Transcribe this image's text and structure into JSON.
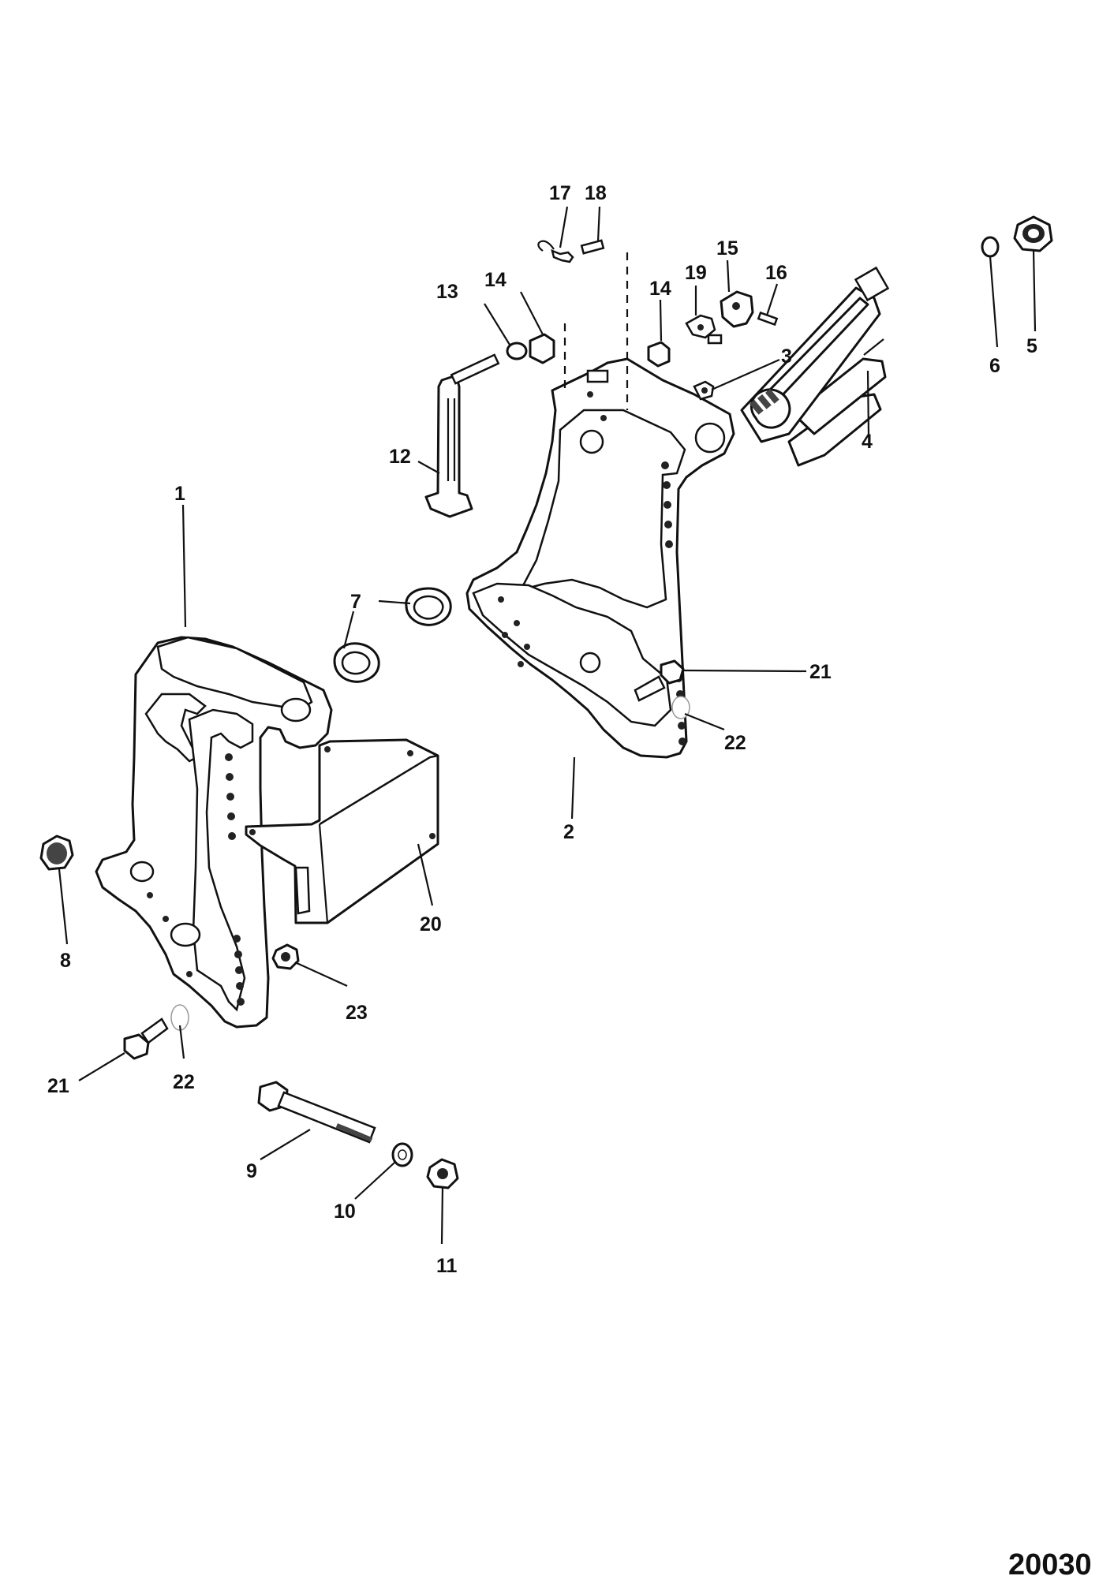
{
  "figure_number": "20030",
  "callouts": [
    {
      "id": "c17",
      "text": "17"
    },
    {
      "id": "c18",
      "text": "18"
    },
    {
      "id": "c13",
      "text": "13"
    },
    {
      "id": "c14a",
      "text": "14"
    },
    {
      "id": "c14b",
      "text": "14"
    },
    {
      "id": "c19",
      "text": "19"
    },
    {
      "id": "c15",
      "text": "15"
    },
    {
      "id": "c16",
      "text": "16"
    },
    {
      "id": "c3",
      "text": "3"
    },
    {
      "id": "c5",
      "text": "5"
    },
    {
      "id": "c6",
      "text": "6"
    },
    {
      "id": "c4",
      "text": "4"
    },
    {
      "id": "c12",
      "text": "12"
    },
    {
      "id": "c1",
      "text": "1"
    },
    {
      "id": "c7",
      "text": "7"
    },
    {
      "id": "c21a",
      "text": "21"
    },
    {
      "id": "c22a",
      "text": "22"
    },
    {
      "id": "c2",
      "text": "2"
    },
    {
      "id": "c20",
      "text": "20"
    },
    {
      "id": "c8",
      "text": "8"
    },
    {
      "id": "c23",
      "text": "23"
    },
    {
      "id": "c21b",
      "text": "21"
    },
    {
      "id": "c22b",
      "text": "22"
    },
    {
      "id": "c9",
      "text": "9"
    },
    {
      "id": "c10",
      "text": "10"
    },
    {
      "id": "c11",
      "text": "11"
    }
  ]
}
